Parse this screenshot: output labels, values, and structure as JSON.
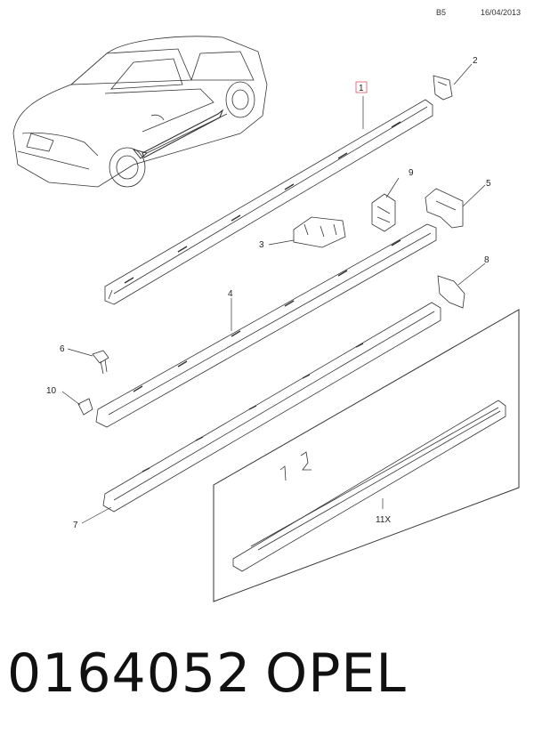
{
  "header": {
    "code": "B5",
    "date": "16/04/2013"
  },
  "callouts": [
    {
      "id": "1",
      "highlighted": true
    },
    {
      "id": "2"
    },
    {
      "id": "3"
    },
    {
      "id": "4"
    },
    {
      "id": "5"
    },
    {
      "id": "6"
    },
    {
      "id": "7"
    },
    {
      "id": "8"
    },
    {
      "id": "9"
    },
    {
      "id": "10"
    },
    {
      "id": "11X"
    }
  ],
  "footer": {
    "part_number": "0164052",
    "brand": "OPEL"
  },
  "colors": {
    "highlight": "#e0506a",
    "line": "#333333"
  }
}
